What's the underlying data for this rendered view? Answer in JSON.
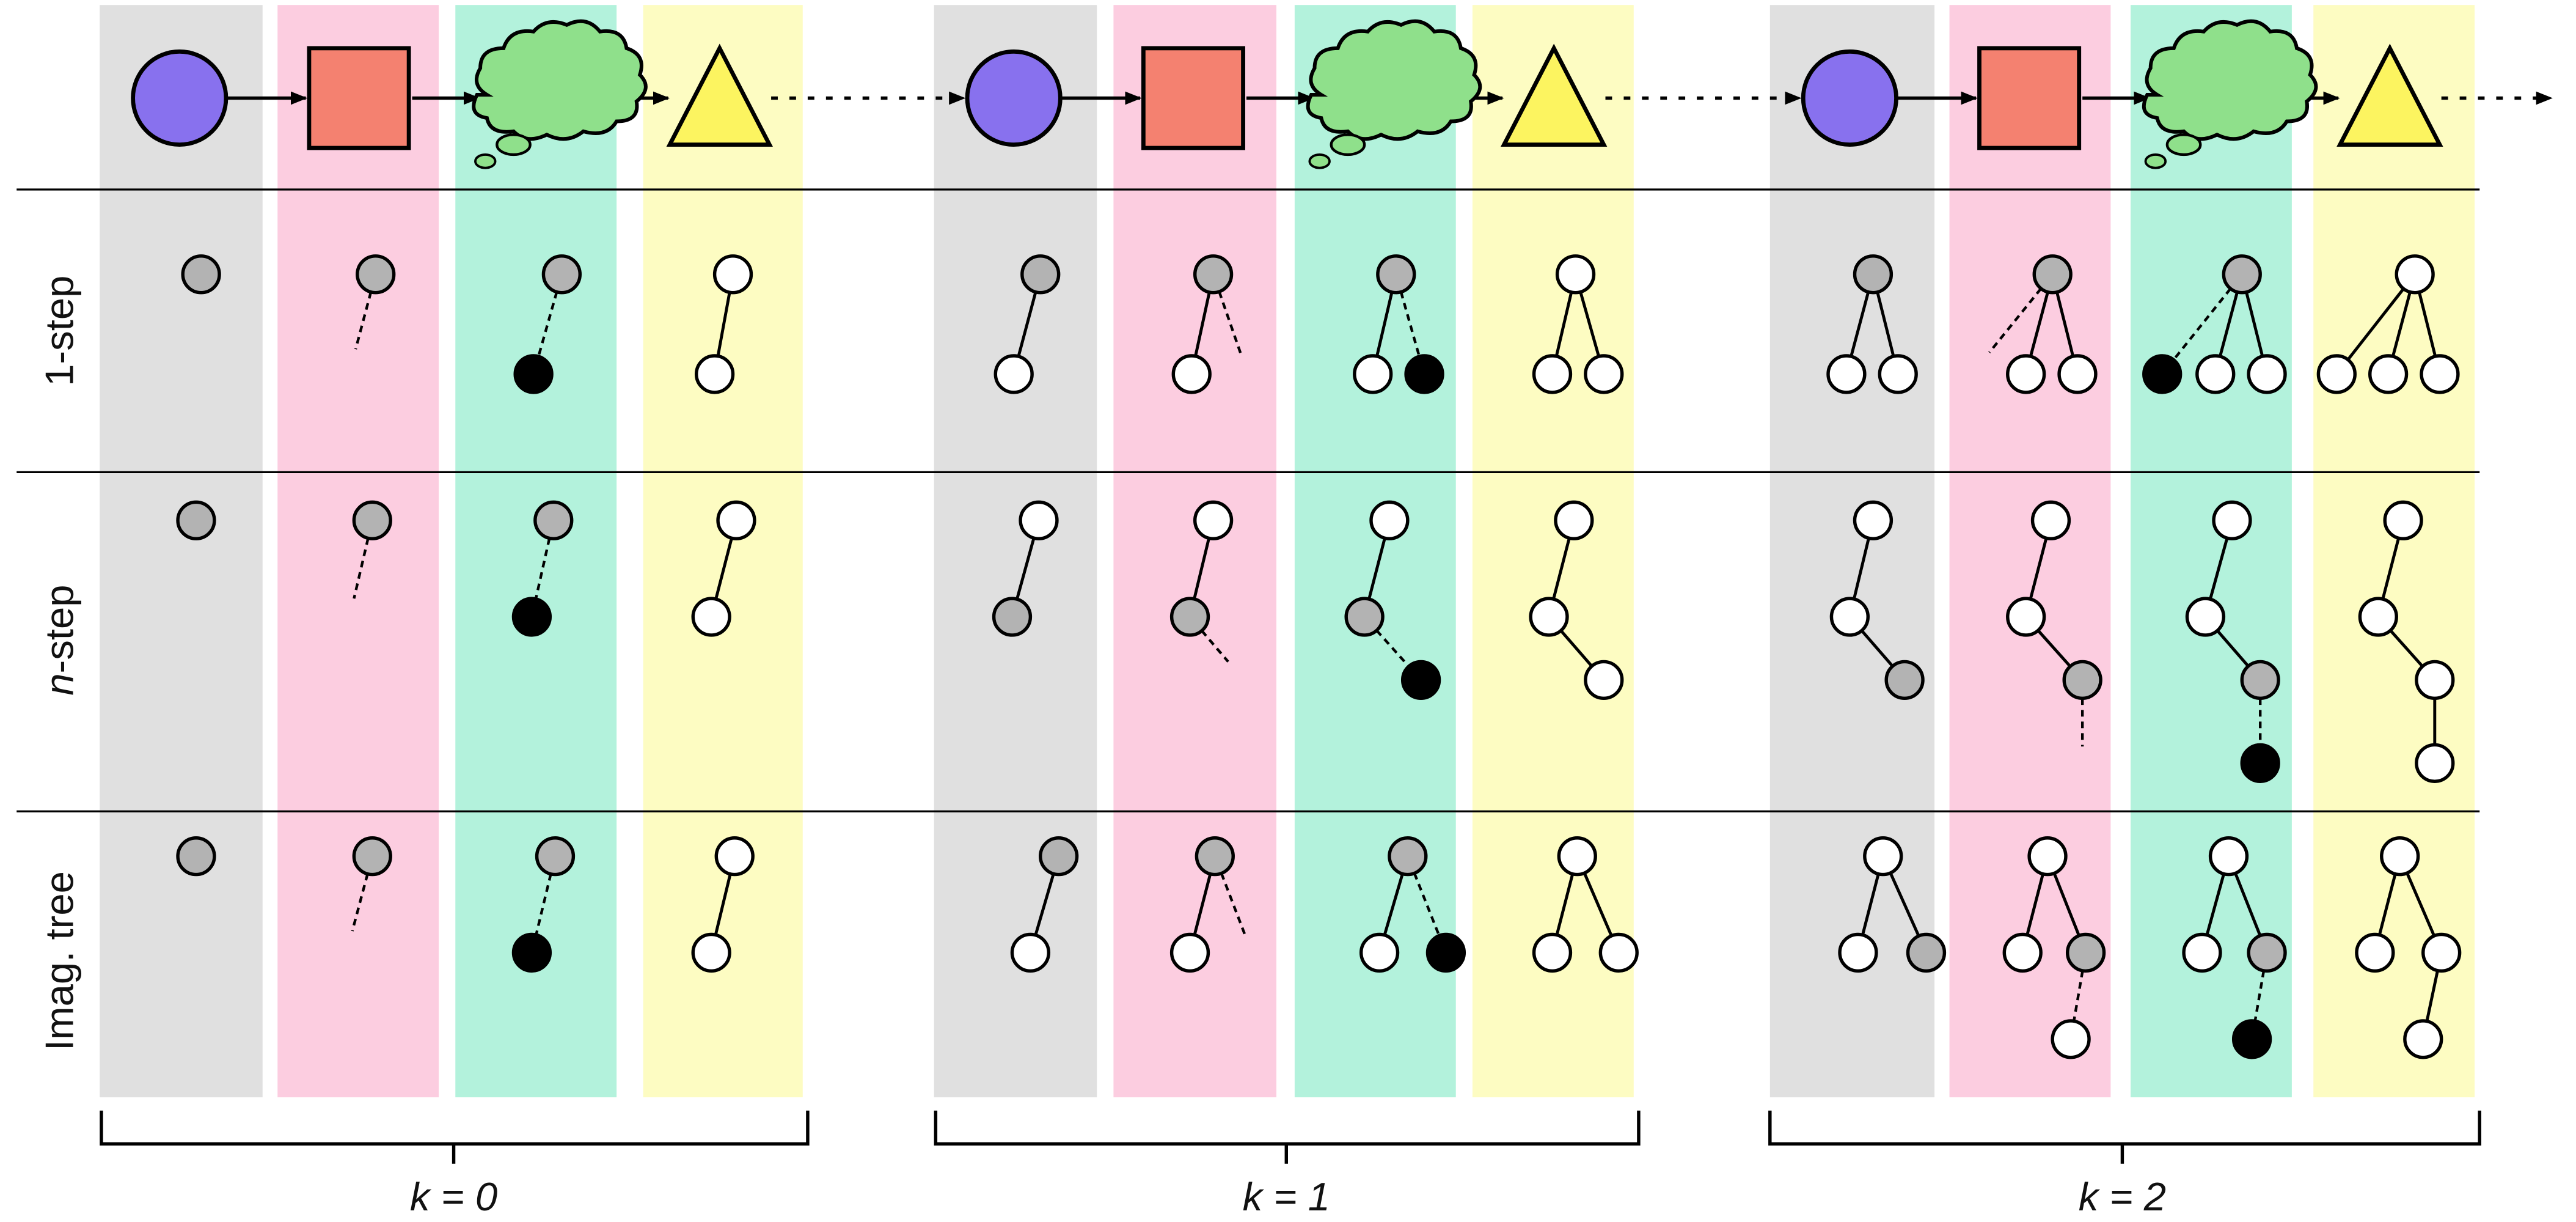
{
  "colors": {
    "gray": "#e0e0e0",
    "pink": "#fccde0",
    "teal": "#b3f2dc",
    "yellow": "#fdfcc2",
    "circle_blue": "#8871ee",
    "square_red": "#f48170",
    "cloud_green": "#8fe08b",
    "triangle_yellow": "#fcf460",
    "node_gray": "#b3b3b3",
    "node_black": "#000000",
    "node_white": "#ffffff"
  },
  "rows": [
    {
      "key": "one_step",
      "label": "1-step"
    },
    {
      "key": "n_step",
      "label_italic": "n",
      "label_rest": "-step"
    },
    {
      "key": "imag_tree",
      "label": "Imag. tree"
    }
  ],
  "groups": [
    {
      "label_var": "k",
      "label_value": "= 0"
    },
    {
      "label_var": "k",
      "label_value": "= 1"
    },
    {
      "label_var": "k",
      "label_value": "= 2"
    }
  ],
  "phase_icons": [
    "circle-icon",
    "square-icon",
    "cloud-icon",
    "triangle-icon"
  ]
}
